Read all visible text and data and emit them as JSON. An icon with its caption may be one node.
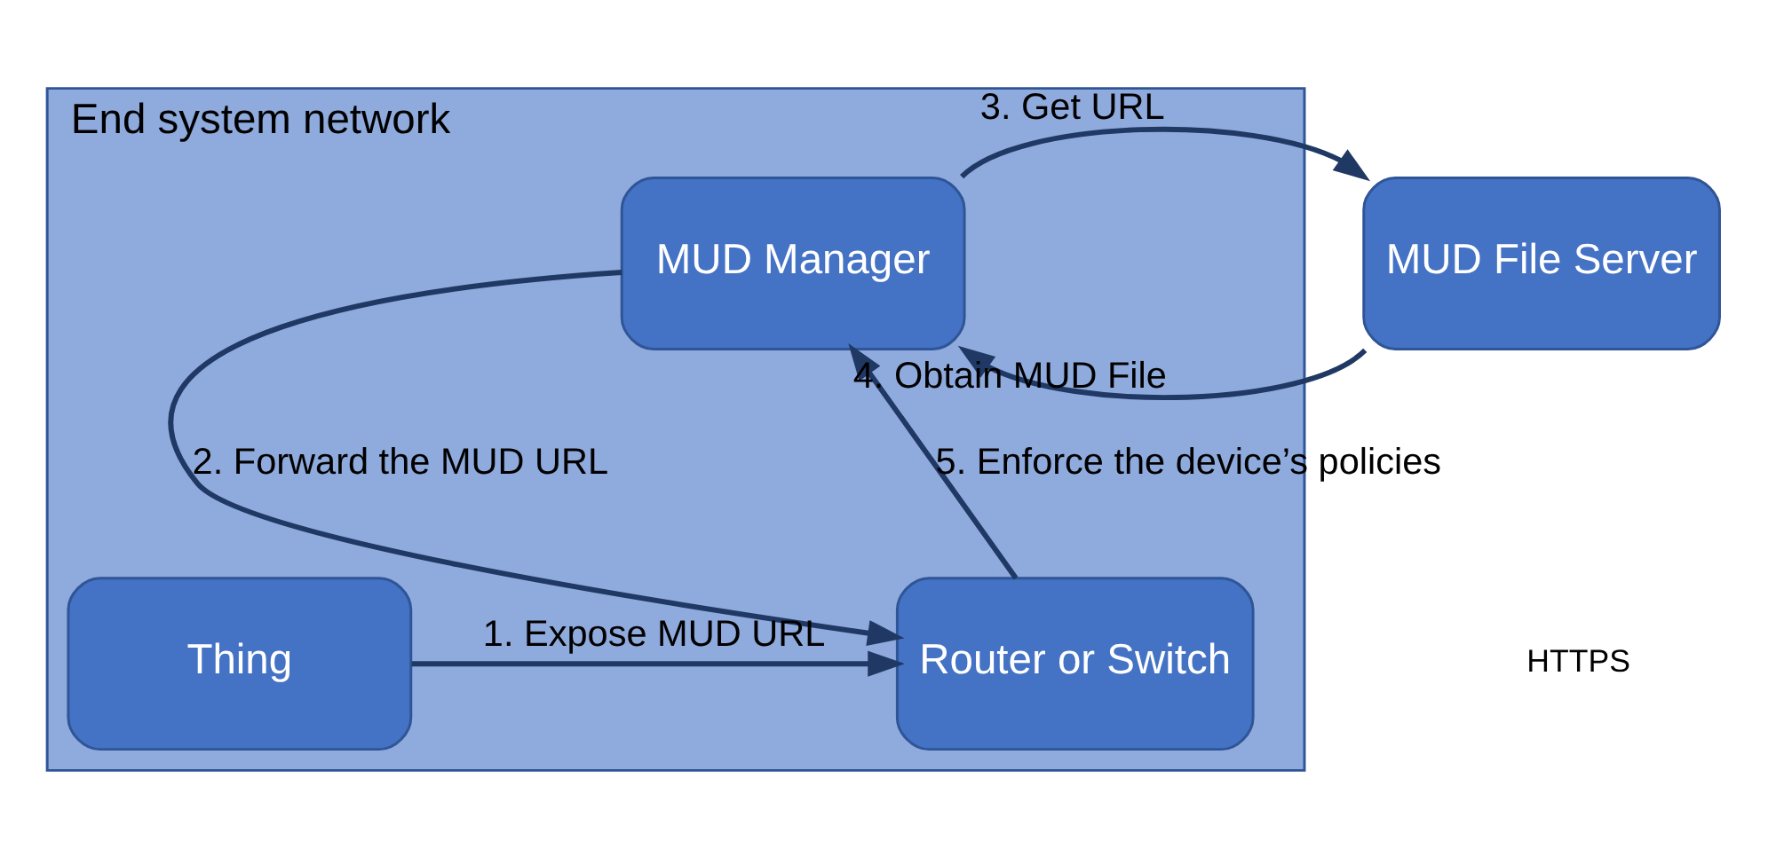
{
  "diagram": {
    "nodes": [
      {
        "text": [
          "End system network"
        ]
      },
      {
        "text": [
          "MUD Manager"
        ],
        "in": 0
      },
      {
        "text": [
          "MUD File Server"
        ]
      },
      {
        "text": [
          "Thing"
        ],
        "in": 0
      },
      {
        "text": [
          "Router or Switch"
        ],
        "in": 0
      }
    ],
    "edges": [
      {
        "from": 3,
        "to": 4,
        "arrow": "to",
        "label": "1. Expose MUD URL"
      },
      {
        "from": 1,
        "to": 4,
        "arrow": "to",
        "label": "2. Forward the MUD URL"
      },
      {
        "from": 1,
        "to": 2,
        "arrow": "to",
        "label": "3. Get URL"
      },
      {
        "from": 2,
        "to": 1,
        "arrow": "to",
        "label": "4. Obtain MUD File"
      },
      {
        "from": 4,
        "to": 1,
        "arrow": "to",
        "label": "5. Enforce the device’s policies"
      }
    ],
    "labels": [
      "HTTPS"
    ]
  }
}
